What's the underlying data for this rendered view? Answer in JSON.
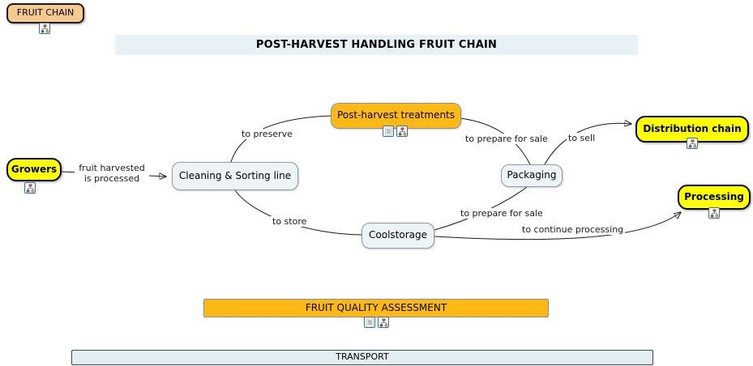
{
  "header": {
    "title": "POST-HARVEST HANDLING FRUIT CHAIN"
  },
  "root": {
    "label": "FRUIT CHAIN"
  },
  "nodes": {
    "growers": {
      "label": "Growers"
    },
    "cleaning_sorting": {
      "label": "Cleaning & Sorting line"
    },
    "post_harvest_treatments": {
      "label": "Post-harvest treatments"
    },
    "packaging": {
      "label": "Packaging"
    },
    "coolstorage": {
      "label": "Coolstorage"
    },
    "distribution_chain": {
      "label": "Distribution chain"
    },
    "processing": {
      "label": "Processing"
    },
    "fruit_quality_assessment": {
      "label": "FRUIT QUALITY ASSESSMENT"
    },
    "transport": {
      "label": "TRANSPORT"
    }
  },
  "links": {
    "harvested": {
      "line1": "fruit harvested",
      "line2": "is processed"
    },
    "to_preserve": {
      "label": "to preserve"
    },
    "to_prepare_for_sale_top": {
      "label": "to prepare for sale"
    },
    "to_sell": {
      "label": "to sell"
    },
    "to_store": {
      "label": "to store"
    },
    "to_prepare_for_sale_bottom": {
      "label": "to prepare for sale"
    },
    "to_continue_processing": {
      "label": "to continue processing"
    }
  },
  "icons": {
    "cmap": "concept-map-link",
    "document": "document-resource"
  },
  "colors": {
    "node_yellow": "#FFFF00",
    "node_orange": "#FFB914",
    "node_peach": "#F8C98E",
    "node_light": "#EDF4F8",
    "banner_bg": "#E8F1F6",
    "transport_bg": "#E3EEF4",
    "line_color": "#1A1A1A",
    "icon_border": "#3A6EA5"
  }
}
